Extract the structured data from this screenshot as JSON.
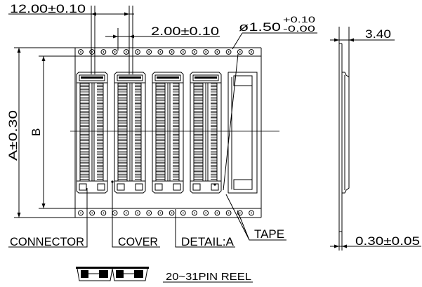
{
  "drawing": {
    "line_color": "#000000",
    "background_color": "#ffffff"
  },
  "dimensions": {
    "connector_pitch": "12.00±0.10",
    "sprocket_pitch": "2.00±0.10",
    "hole_diameter": "ø1.50",
    "hole_diameter_tol_upper": "+0.10",
    "hole_diameter_tol_lower": "-0.00",
    "overall_height": "3.40",
    "tape_width": "A±0.30",
    "pocket_width": "B",
    "tape_thickness": "0.30±0.05"
  },
  "labels": {
    "connector": "CONNECTOR",
    "cover": "COVER",
    "detail": "DETAIL:A",
    "tape": "TAPE",
    "reel": "20~31PIN REEL"
  }
}
